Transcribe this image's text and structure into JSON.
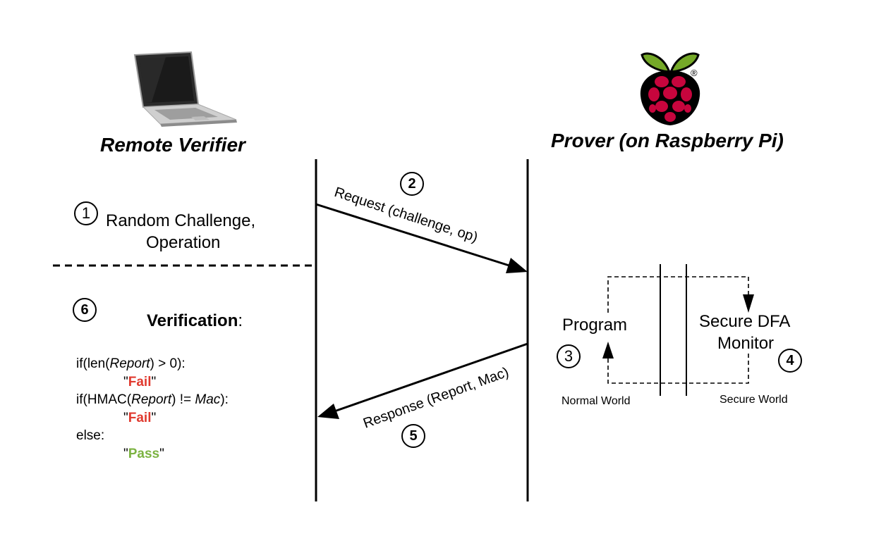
{
  "colors": {
    "fail": "#e03a2f",
    "pass": "#7cb342",
    "line": "#000000",
    "pi_red": "#c7053d",
    "pi_green": "#75a928"
  },
  "icons": {
    "left": "laptop-icon",
    "right": "raspberry-pi-logo-icon"
  },
  "actors": {
    "verifier": "Remote Verifier",
    "prover": "Prover (on Raspberry Pi)"
  },
  "steps": {
    "s1": "1",
    "s2": "2",
    "s3": "3",
    "s4": "4",
    "s5": "5",
    "s6": "6"
  },
  "verifier": {
    "challenge_line1": "Random Challenge,",
    "challenge_line2": "Operation",
    "verification_title": "Verification",
    "verification_colon": ":",
    "code": {
      "l1_pre": "if(len(",
      "l1_var": "Report",
      "l1_post": ") > 0):",
      "l2_q1": "\"",
      "l2_val": "Fail",
      "l2_q2": "\"",
      "l3_pre": "if(HMAC(",
      "l3_var": "Report",
      "l3_mid": ") != ",
      "l3_var2": "Mac",
      "l3_post": "):",
      "l4_q1": "\"",
      "l4_val": "Fail",
      "l4_q2": "\"",
      "l5": "else:",
      "l6_q1": "\"",
      "l6_val": "Pass",
      "l6_q2": "\""
    }
  },
  "messages": {
    "request": "Request (challenge, op)",
    "response": "Response (Report, Mac)"
  },
  "prover": {
    "program": "Program",
    "monitor_line1": "Secure DFA",
    "monitor_line2": "Monitor",
    "normal_world": "Normal World",
    "secure_world": "Secure World",
    "logo_mark": "®"
  }
}
